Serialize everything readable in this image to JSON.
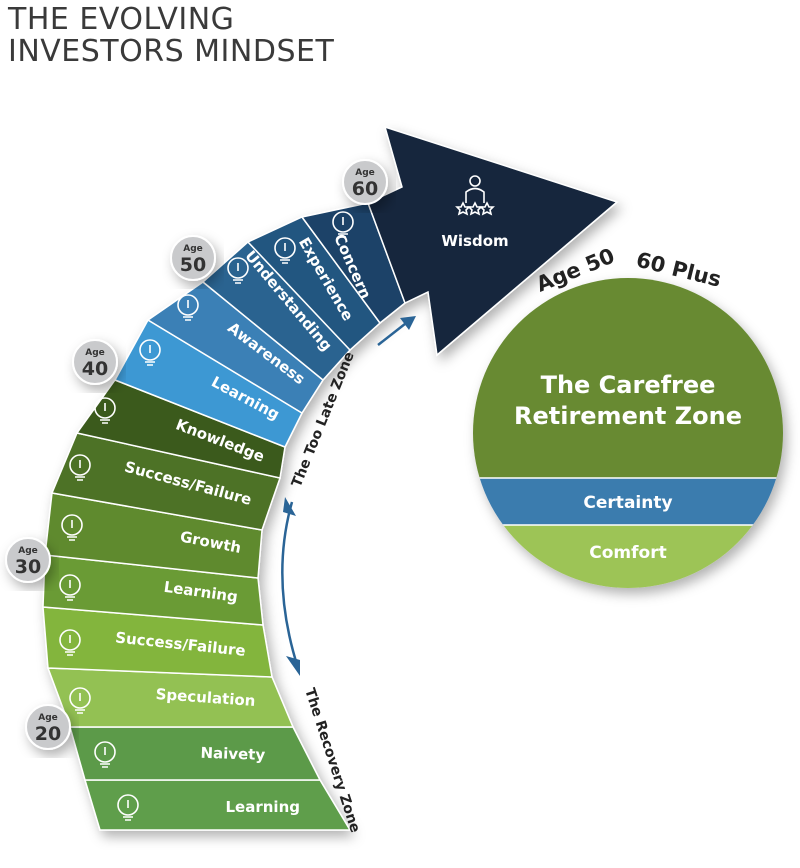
{
  "title": {
    "line1": "THE EVOLVING",
    "line2": "INVESTORS MINDSET"
  },
  "stages": [
    {
      "label": "Learning",
      "icon": "book-lightbulb-icon",
      "color": "#5f9e4b"
    },
    {
      "label": "Naivety",
      "icon": "head-gears-icon",
      "color": "#5b9a49"
    },
    {
      "label": "Speculation",
      "icon": "magnifier-question-icon",
      "color": "#93c152"
    },
    {
      "label": "Success/Failure",
      "icon": "thumbs-up-down-icon",
      "color": "#83b53e"
    },
    {
      "label": "Learning",
      "icon": "graduation-books-icon",
      "color": "#6b9b35"
    },
    {
      "label": "Growth",
      "icon": "hand-plant-icon",
      "color": "#5f8a2e"
    },
    {
      "label": "Success/Failure",
      "icon": "check-cross-icon",
      "color": "#4e7227"
    },
    {
      "label": "Knowledge",
      "icon": "brain-bulb-icon",
      "color": "#3b5a1f"
    },
    {
      "label": "Learning",
      "icon": "open-book-brain-icon",
      "color": "#3e98d3"
    },
    {
      "label": "Awareness",
      "icon": "person-bulb-icon",
      "color": "#3a80b6"
    },
    {
      "label": "Understanding",
      "icon": "bulb-icon",
      "color": "#2b6390"
    },
    {
      "label": "Experience",
      "icon": "atom-person-icon",
      "color": "#245680"
    },
    {
      "label": "Concern",
      "icon": "gears-hand-icon",
      "color": "#1c4367"
    }
  ],
  "wisdom": {
    "label": "Wisdom",
    "icon": "person-stars-icon",
    "color": "#13263d"
  },
  "ages": [
    {
      "small": "Age",
      "num": "20"
    },
    {
      "small": "Age",
      "num": "30"
    },
    {
      "small": "Age",
      "num": "40"
    },
    {
      "small": "Age",
      "num": "50"
    },
    {
      "small": "Age",
      "num": "60"
    }
  ],
  "zones": {
    "too_late": "The Too Late Zone",
    "recovery": "The Recovery Zone",
    "arrow_color": "#2a6496"
  },
  "retirement": {
    "arc_left": "Age 50",
    "arc_right": "60 Plus",
    "title_line1": "The Carefree",
    "title_line2": "Retirement Zone",
    "certainty": "Certainty",
    "comfort": "Comfort",
    "colors": {
      "top": "#678a32",
      "middle": "#3a7bae",
      "bottom": "#9dc456"
    }
  }
}
